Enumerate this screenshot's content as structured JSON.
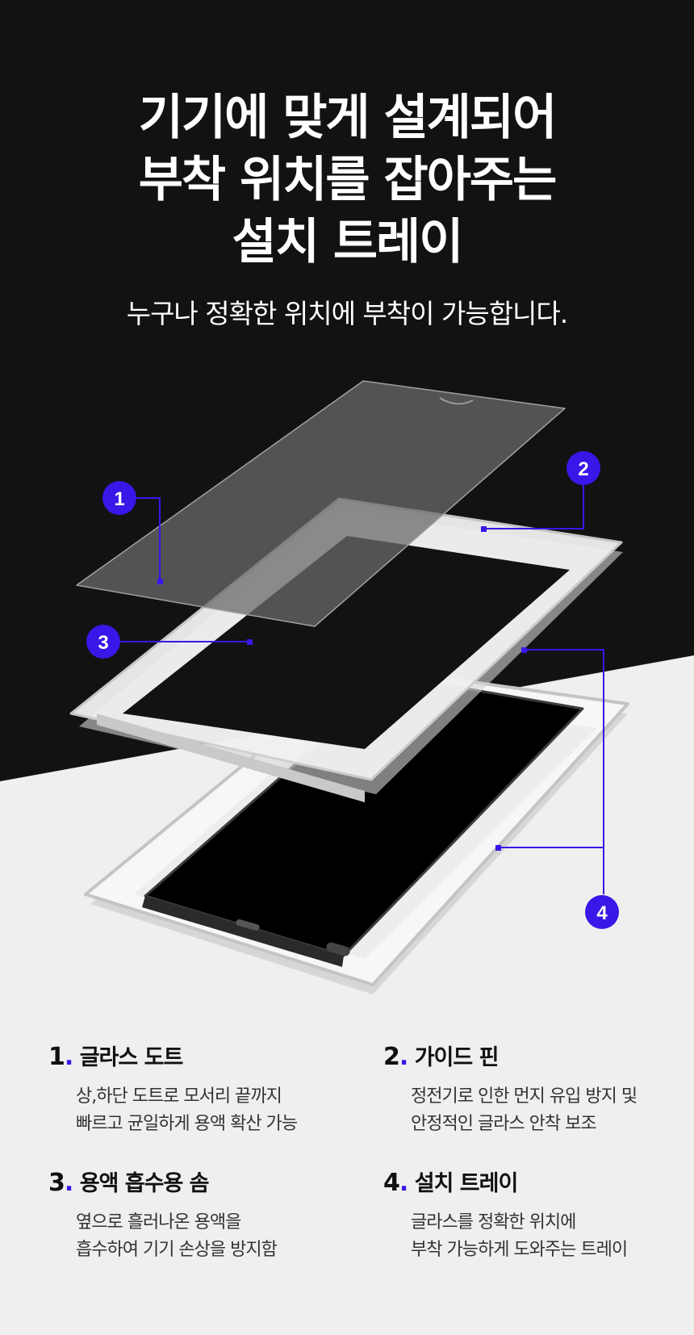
{
  "headline": {
    "line1": "기기에 맞게 설계되어",
    "line2": "부착 위치를 잡아주는",
    "line3": "설치 트레이"
  },
  "subheadline": "누구나 정확한 위치에 부착이 가능합니다.",
  "colors": {
    "dark_background": "#121212",
    "light_background": "#efefef",
    "accent": "#3a16e8"
  },
  "callouts": [
    {
      "number": "1"
    },
    {
      "number": "2"
    },
    {
      "number": "3"
    },
    {
      "number": "4"
    }
  ],
  "features": [
    {
      "number": "1",
      "dot": ".",
      "title": "글라스 도트",
      "desc": [
        "상,하단 도트로 모서리 끝까지",
        "빠르고 균일하게 용액 확산 가능"
      ]
    },
    {
      "number": "2",
      "dot": ".",
      "title": "가이드 핀",
      "desc": [
        "정전기로 인한 먼지 유입 방지 및",
        "안정적인 글라스 안착 보조"
      ]
    },
    {
      "number": "3",
      "dot": ".",
      "title": "용액 흡수용 솜",
      "desc": [
        "옆으로 흘러나온 용액을",
        "흡수하여 기기 손상을 방지함"
      ]
    },
    {
      "number": "4",
      "dot": ".",
      "title": "설치 트레이",
      "desc": [
        "글라스를 정확한 위치에",
        "부착 가능하게 도와주는 트레이"
      ]
    }
  ]
}
